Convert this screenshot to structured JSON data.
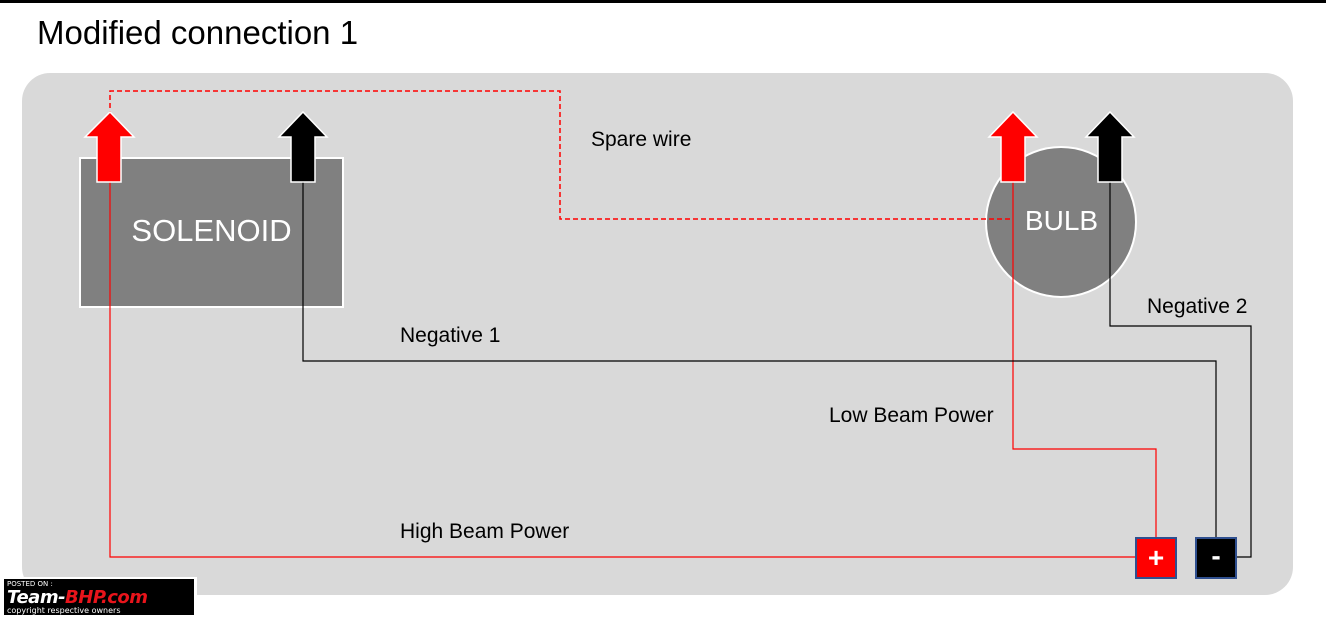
{
  "title": "Modified connection 1",
  "components": {
    "solenoid": "SOLENOID",
    "bulb": "BULB",
    "positive_terminal": "+",
    "negative_terminal": "-"
  },
  "wires": {
    "spare_wire": "Spare wire",
    "negative_1": "Negative 1",
    "negative_2": "Negative 2",
    "low_beam_power": "Low Beam Power",
    "high_beam_power": "High Beam Power"
  },
  "watermark": {
    "posted_on": "POSTED ON :",
    "brand_part1": "Team-",
    "brand_part2": "BHP.com",
    "copyright": "copyright respective owners"
  },
  "colors": {
    "positive": "#ff0000",
    "negative": "#000000",
    "panel": "#d9d9d9",
    "component": "#808080"
  }
}
